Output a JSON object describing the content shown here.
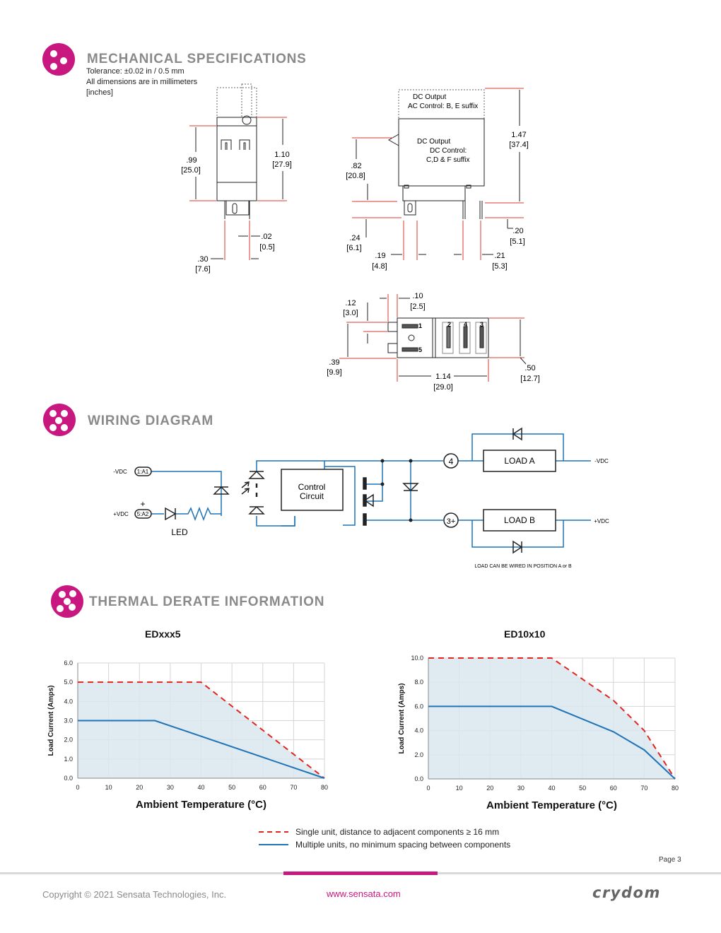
{
  "mechanical": {
    "title": "MECHANICAL SPECIFICATIONS",
    "notes": [
      "Tolerance: ±0.02 in / 0.5 mm",
      "All dimensions are in millimeters",
      "[inches]"
    ],
    "side_view": {
      "dim_height_in": ".99",
      "dim_height_mm": "[25.0]",
      "dim_total_in": "1.10",
      "dim_total_mm": "[27.9]",
      "dim_pin_in": ".02",
      "dim_pin_mm": "[0.5]",
      "dim_width_in": ".30",
      "dim_width_mm": "[7.6]"
    },
    "front_view": {
      "label_ac_1": "DC Output",
      "label_ac_2": "AC Control: B, E suffix",
      "label_dc_1": "DC Output",
      "label_dc_2": "DC Control:",
      "label_dc_3": "C,D & F suffix",
      "dim_total_in": "1.47",
      "dim_total_mm": "[37.4]",
      "dim_body_in": ".82",
      "dim_body_mm": "[20.8]",
      "dim_pinlen_in": ".24",
      "dim_pinlen_mm": "[6.1]",
      "dim_pin2_in": ".20",
      "dim_pin2_mm": "[5.1]",
      "dim_sp1_in": ".19",
      "dim_sp1_mm": "[4.8]",
      "dim_sp2_in": ".21",
      "dim_sp2_mm": "[5.3]"
    },
    "top_view": {
      "dim_a_in": ".10",
      "dim_a_mm": "[2.5]",
      "dim_b_in": ".12",
      "dim_b_mm": "[3.0]",
      "dim_c_in": ".39",
      "dim_c_mm": "[9.9]",
      "dim_len_in": "1.14",
      "dim_len_mm": "[29.0]",
      "dim_w_in": ".50",
      "dim_w_mm": "[12.7]",
      "pin1": "1",
      "pin2": "2",
      "pin3": "3",
      "pin4": "4",
      "pin5": "5"
    }
  },
  "wiring": {
    "title": "WIRING DIAGRAM",
    "neg_vdc_left": "-VDC",
    "pos_vdc_left": "+VDC",
    "term_a1": "1:A1",
    "term_a2": "5:A2",
    "plus_sign": "+",
    "led_label": "LED",
    "control_circuit_1": "Control",
    "control_circuit_2": "Circuit",
    "node_4": "4",
    "node_3": "3+",
    "load_a": "LOAD A",
    "load_b": "LOAD B",
    "neg_vdc_right": "-VDC",
    "pos_vdc_right": "+VDC",
    "note": "LOAD CAN BE WIRED IN POSITION A or B"
  },
  "thermal": {
    "title": "THERMAL DERATE INFORMATION",
    "legend_single": "Single unit, distance to adjacent components ≥ 16 mm",
    "legend_multiple": "Multiple units, no minimum spacing between components"
  },
  "chart_data": [
    {
      "type": "line",
      "title": "EDxxx5",
      "xlabel": "Ambient Temperature (°C)",
      "ylabel": "Load Current (Amps)",
      "xlim": [
        0,
        80
      ],
      "ylim": [
        0,
        6
      ],
      "xticks": [
        "0",
        "10",
        "20",
        "30",
        "40",
        "50",
        "60",
        "70",
        "80"
      ],
      "yticks": [
        "0.0",
        "1.0",
        "2.0",
        "3.0",
        "4.0",
        "5.0",
        "6.0"
      ],
      "grid": true,
      "series": [
        {
          "name": "Single unit, distance to adjacent components ≥ 16 mm",
          "style": "dashed",
          "color": "#e0261f",
          "x": [
            0,
            40,
            80
          ],
          "y": [
            5.0,
            5.0,
            0.0
          ]
        },
        {
          "name": "Multiple units, no minimum spacing between components",
          "style": "solid",
          "color": "#1f73b7",
          "x": [
            0,
            25,
            80
          ],
          "y": [
            3.0,
            3.0,
            0.0
          ]
        }
      ]
    },
    {
      "type": "line",
      "title": "ED10x10",
      "xlabel": "Ambient Temperature (°C)",
      "ylabel": "Load Current (Amps)",
      "xlim": [
        0,
        80
      ],
      "ylim": [
        0,
        10
      ],
      "xticks": [
        "0",
        "10",
        "20",
        "30",
        "40",
        "50",
        "60",
        "70",
        "80"
      ],
      "yticks": [
        "0.0",
        "2.0",
        "4.0",
        "6.0",
        "8.0",
        "10.0"
      ],
      "grid": true,
      "series": [
        {
          "name": "Single unit, distance to adjacent components ≥ 16 mm",
          "style": "dashed",
          "color": "#e0261f",
          "x": [
            0,
            40,
            60,
            70,
            80
          ],
          "y": [
            10.0,
            10.0,
            6.5,
            4.0,
            0.0
          ]
        },
        {
          "name": "Multiple units, no minimum spacing between components",
          "style": "solid",
          "color": "#1f73b7",
          "x": [
            0,
            40,
            60,
            70,
            80
          ],
          "y": [
            6.0,
            6.0,
            3.9,
            2.4,
            0.0
          ]
        }
      ]
    }
  ],
  "page": {
    "number": "Page 3"
  },
  "footer": {
    "copyright": "Copyright © 2021 Sensata Technologies, Inc.",
    "url": "www.sensata.com",
    "brand": "crydom"
  },
  "colors": {
    "accent": "#c8177f",
    "blue": "#1f73b7",
    "red": "#e0261f",
    "fill": "#d9e6ee"
  }
}
